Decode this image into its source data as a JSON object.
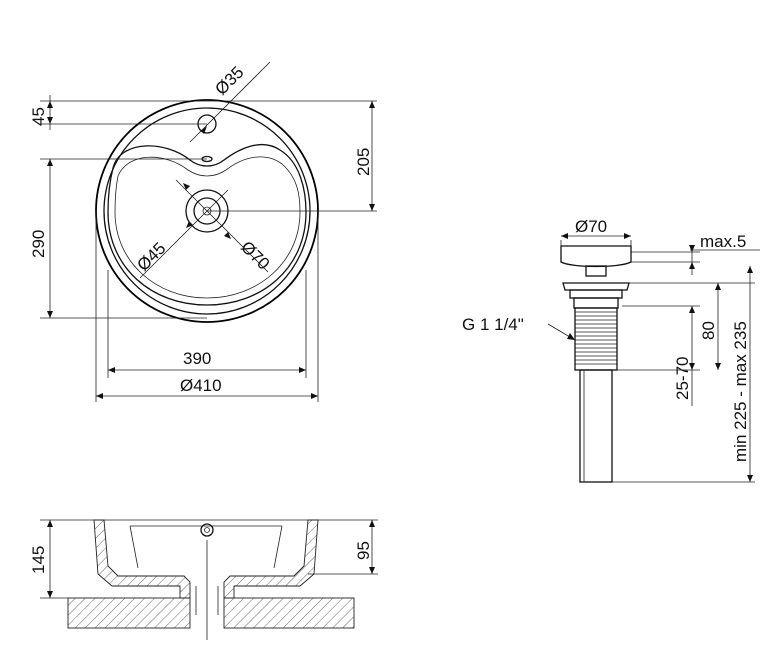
{
  "top_view": {
    "d35": "Ø35",
    "v45": "45",
    "v205": "205",
    "v290": "290",
    "d45": "Ø45",
    "d70": "Ø70",
    "w390": "390",
    "d410": "Ø410"
  },
  "drain": {
    "d70": "Ø70",
    "max5": "max.5",
    "thread": "G 1 1/4\"",
    "v80": "80",
    "range2570": "25-70",
    "range_total": "min 225 - max 235"
  },
  "side_view": {
    "v145": "145",
    "v95": "95"
  }
}
